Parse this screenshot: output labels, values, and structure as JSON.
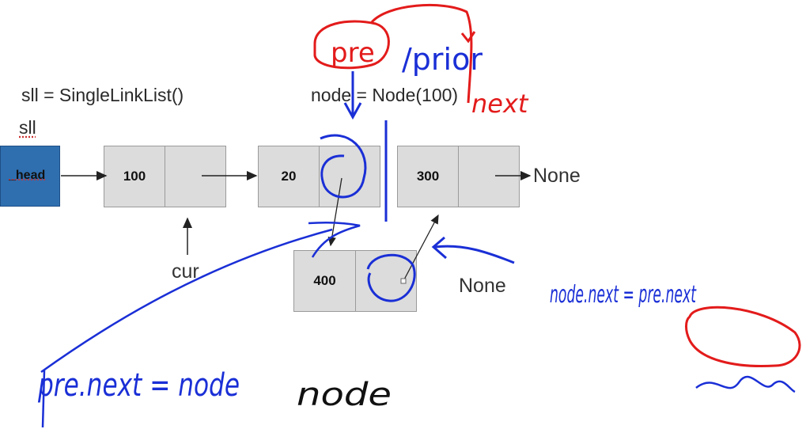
{
  "code": {
    "line1": "sll = SingleLinkList()",
    "line2": "node = Node(100)",
    "var": "sll"
  },
  "head": {
    "label": "_head"
  },
  "nodes": [
    {
      "value": "100"
    },
    {
      "value": "20"
    },
    {
      "value": "300"
    },
    {
      "value": "400"
    }
  ],
  "labels": {
    "none_right": "None",
    "cur": "cur",
    "none_below": "None"
  },
  "handwriting": {
    "pre": "pre",
    "prior": "/prior",
    "next_red": "next",
    "node_next": "node.next = pre.next",
    "pre_next": "pre.next = node",
    "node": "node"
  },
  "colors": {
    "head_fill": "#2f6fb0",
    "node_fill": "#dcdcdc",
    "ink_blue": "#1a2fd6",
    "ink_red": "#e31b1b"
  }
}
